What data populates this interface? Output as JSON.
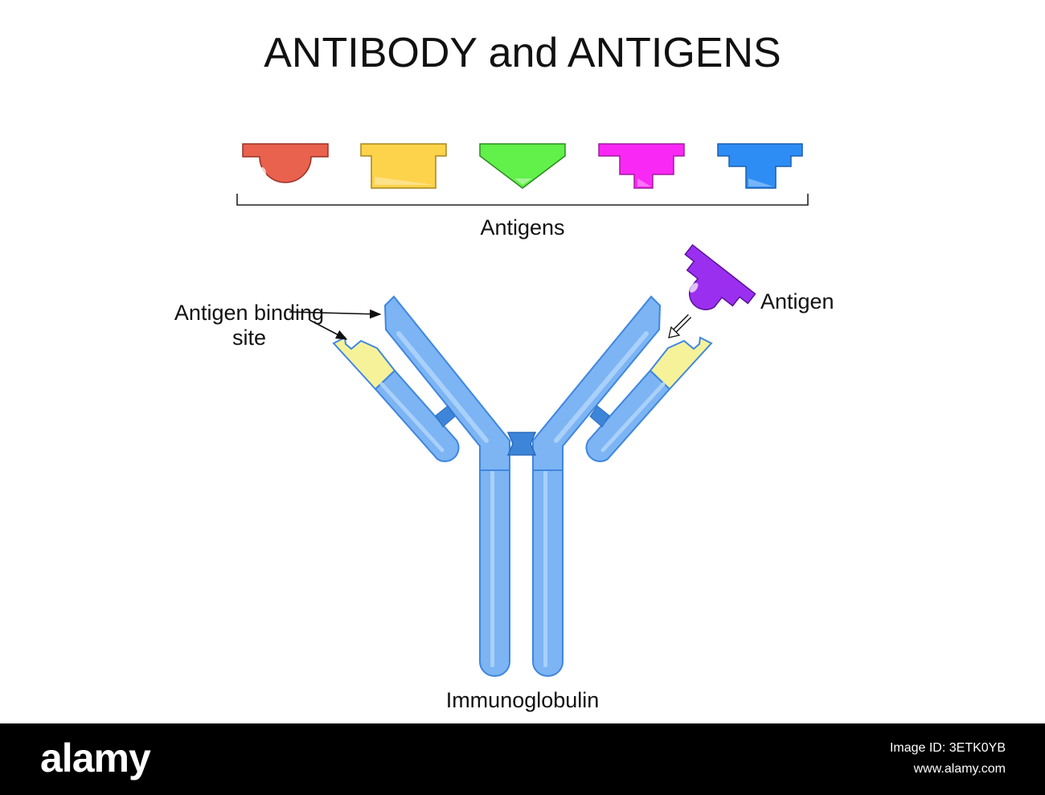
{
  "title": "ANTIBODY and ANTIGENS",
  "labels": {
    "antigens": "Antigens",
    "binding_site": "Antigen binding site",
    "antigen": "Antigen",
    "immunoglobulin": "Immunoglobulin"
  },
  "antigen_colors": [
    "#e8624e",
    "#fed34c",
    "#62f04a",
    "#fa28f5",
    "#2e8df5"
  ],
  "bound_antigen_color": "#9b2ff0",
  "antibody_colors": {
    "fill": "#7cb4f4",
    "outline": "#3f86de",
    "highlight": "#a9d0fb",
    "variable_region": "#f6f29a",
    "hinge": "#3d85d8"
  },
  "footer": {
    "logo": "alamy",
    "image_id": "Image ID: 3ETK0YB",
    "site": "www.alamy.com"
  }
}
